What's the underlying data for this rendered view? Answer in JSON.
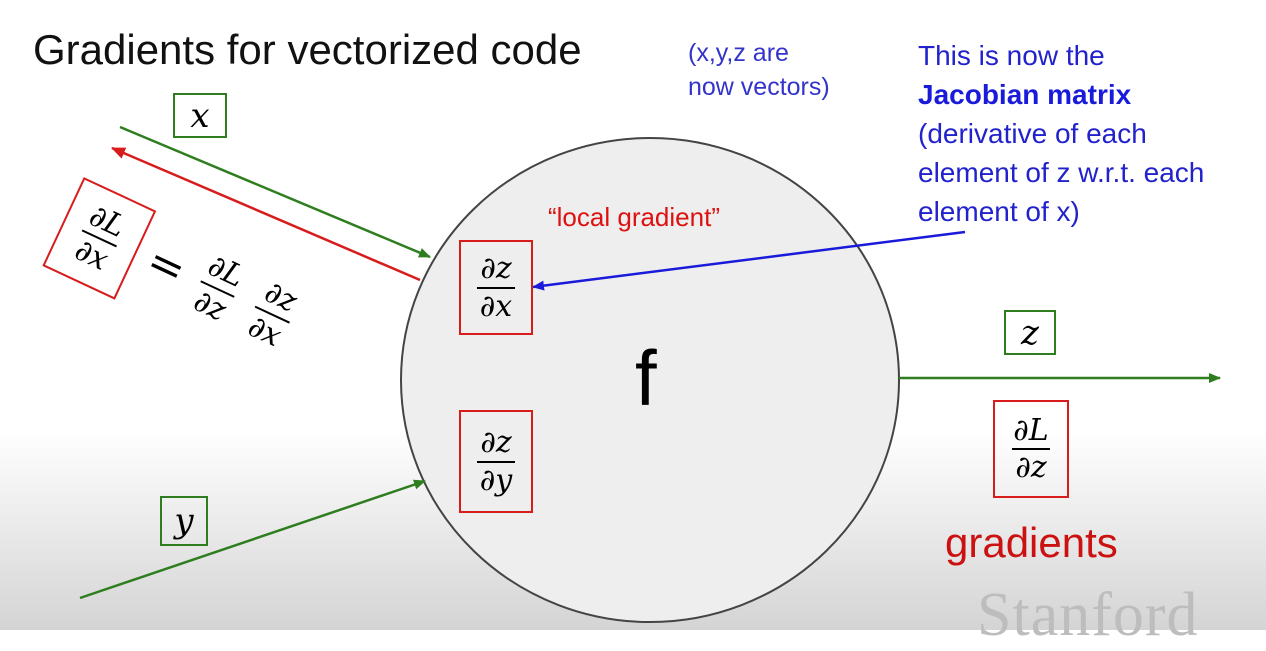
{
  "title": "Gradients for vectorized code",
  "note_vectors": {
    "line1": "(x,y,z are",
    "line2": "now vectors)"
  },
  "note_jacobian": {
    "line1": "This is now the",
    "line2": "Jacobian matrix",
    "line3": "(derivative of each",
    "line4": "element of z w.r.t. each",
    "line5": "element of x)"
  },
  "local_gradient_label": "“local gradient”",
  "node_label": "f",
  "gradients_label": "gradients",
  "watermark": "Stanford",
  "math": {
    "x": "x",
    "y": "y",
    "z": "z",
    "dz_dx": {
      "num": "∂z",
      "den": "∂x"
    },
    "dz_dy": {
      "num": "∂z",
      "den": "∂y"
    },
    "dL_dz": {
      "num": "∂L",
      "den": "∂z"
    },
    "chain_lhs": {
      "num": "∂L",
      "den": "∂x"
    },
    "chain_equals": "=",
    "chain_term1": {
      "num": "∂L",
      "den": "∂z"
    },
    "chain_term2": {
      "num": "∂z",
      "den": "∂x"
    }
  },
  "colors": {
    "forward_arrow": "#2e7d1f",
    "backward_arrow": "#d81b1b",
    "jacobian_arrow": "#1a1adb",
    "gradient_text": "#cc1111"
  }
}
